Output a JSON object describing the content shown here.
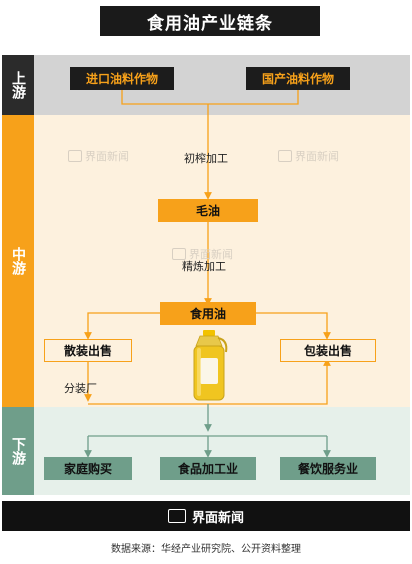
{
  "title": "食用油产业链条",
  "tiers": {
    "upstream": "上游",
    "midstream": "中游",
    "downstream": "下游"
  },
  "upstream": {
    "imported": "进口油料作物",
    "domestic": "国产油料作物"
  },
  "midstream": {
    "step1": "初榨加工",
    "crude_oil": "毛油",
    "step2": "精炼加工",
    "edible_oil": "食用油",
    "bulk_sale": "散装出售",
    "packaged_sale": "包装出售",
    "repackager": "分装厂"
  },
  "downstream": {
    "household": "家庭购买",
    "food_industry": "食品加工业",
    "catering": "餐饮服务业"
  },
  "watermark": "界面新闻",
  "footer": {
    "brand": "界面新闻"
  },
  "source": "数据来源：华经产业研究院、公开资料整理",
  "colors": {
    "accent": "#f7a11a",
    "dark": "#1c1c1c",
    "green": "#6f9e8a",
    "mid_band": "#fdf1de",
    "down_band": "#e6f0ea"
  }
}
